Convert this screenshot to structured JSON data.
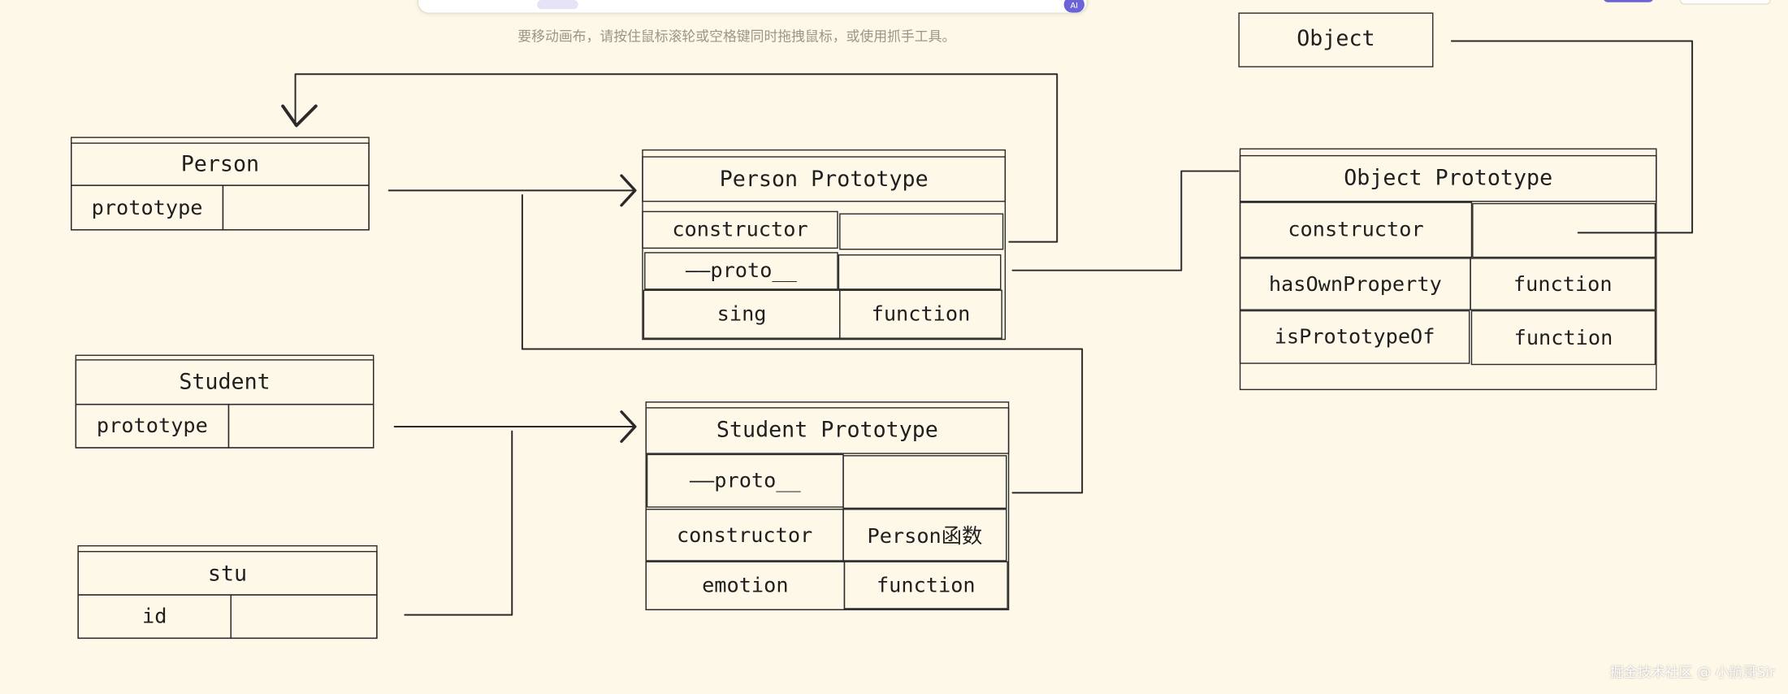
{
  "hint_text": "要移动画布，请按住鼠标滚轮或空格键同时拖拽鼠标，或使用抓手工具。",
  "toolbar": {
    "ai_label": "AI"
  },
  "watermark": "掘金技术社区 @ 小航哥Sir",
  "nodes": {
    "object": {
      "title": "Object"
    },
    "person": {
      "title": "Person",
      "rows": [
        {
          "key": "prototype",
          "value": ""
        }
      ]
    },
    "student": {
      "title": "Student",
      "rows": [
        {
          "key": "prototype",
          "value": ""
        }
      ]
    },
    "stu": {
      "title": "stu",
      "rows": [
        {
          "key": "id",
          "value": ""
        }
      ]
    },
    "person_prototype": {
      "title": "Person Prototype",
      "rows": [
        {
          "key": "constructor",
          "value": ""
        },
        {
          "key": "——proto__",
          "value": ""
        },
        {
          "key": "sing",
          "value": "function"
        }
      ]
    },
    "student_prototype": {
      "title": "Student Prototype",
      "rows": [
        {
          "key": "——proto__",
          "value": ""
        },
        {
          "key": "constructor",
          "value": "Person函数"
        },
        {
          "key": "emotion",
          "value": "function"
        }
      ]
    },
    "object_prototype": {
      "title": "Object Prototype",
      "rows": [
        {
          "key": "constructor",
          "value": ""
        },
        {
          "key": "hasOwnProperty",
          "value": "function"
        },
        {
          "key": "isPrototypeOf",
          "value": "function"
        }
      ]
    }
  },
  "colors": {
    "background": "#fdf8e8",
    "stroke": "#2a2a2a",
    "accent": "#6c63d9"
  }
}
